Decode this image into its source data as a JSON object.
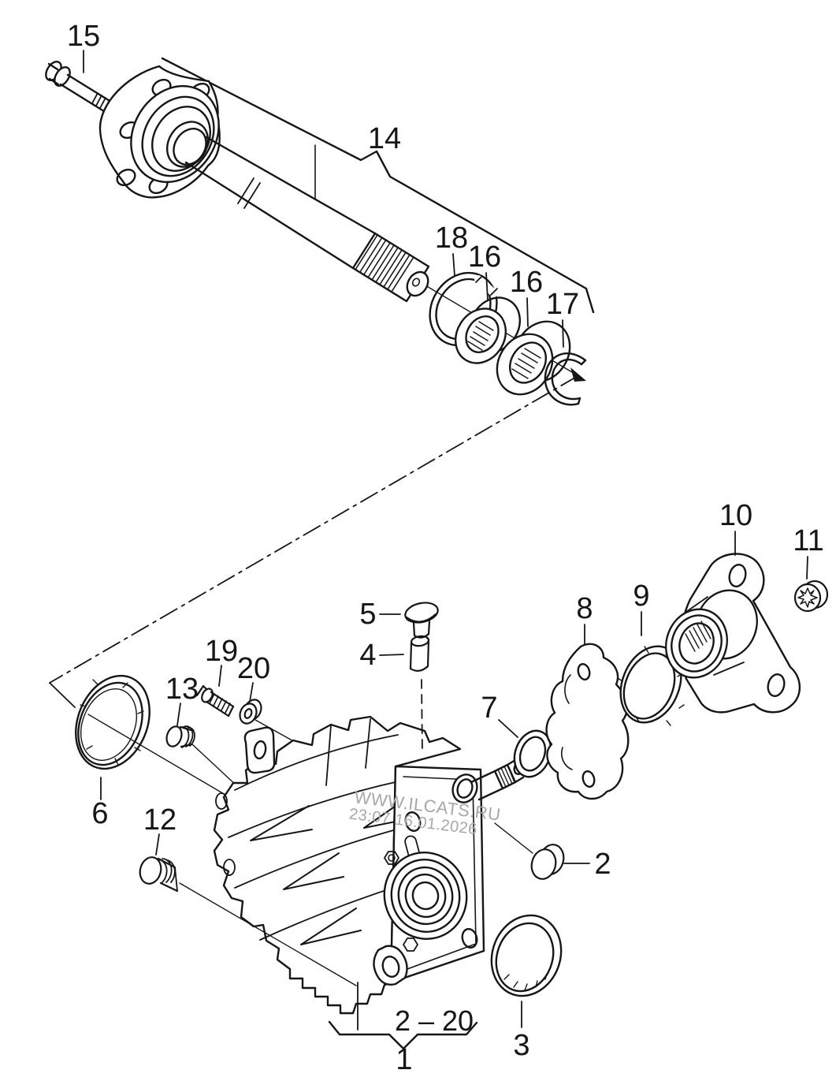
{
  "diagram": {
    "type": "exploded-parts-diagram",
    "colors": {
      "line": "#161616",
      "background": "#ffffff",
      "watermark": "#a8a8a8"
    },
    "callouts": {
      "c1": "1",
      "c2": "2",
      "c3": "3",
      "c4": "4",
      "c5": "5",
      "c6": "6",
      "c7": "7",
      "c8": "8",
      "c9": "9",
      "c10": "10",
      "c11": "11",
      "c12": "12",
      "c13": "13",
      "c14": "14",
      "c15": "15",
      "c16a": "16",
      "c16b": "16",
      "c17": "17",
      "c18": "18",
      "c19": "19",
      "c20": "20",
      "group_range": "2 – 20"
    },
    "watermark": {
      "line1": "WWW.ILCATS.RU",
      "line2": "23:07 16.01.2026"
    }
  }
}
